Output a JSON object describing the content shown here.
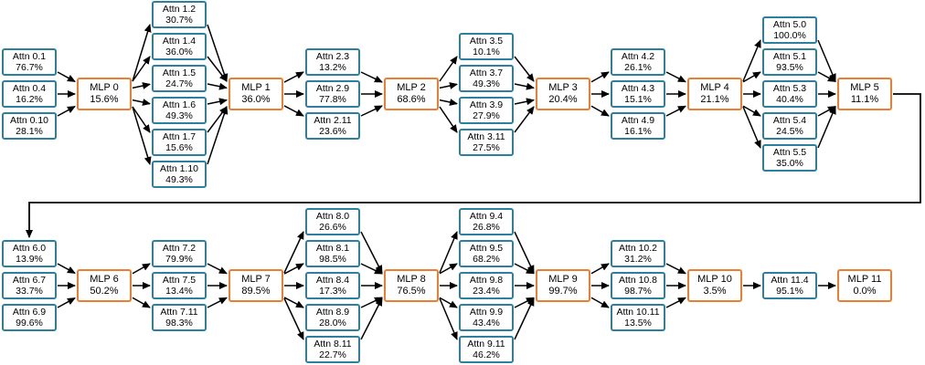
{
  "diagram": {
    "colors": {
      "attn_border": "#2d7f9e",
      "mlp_border": "#ed7d31",
      "node_fill": "#ffffff",
      "edge": "#000000",
      "text": "#000000",
      "background": "#ffffff"
    },
    "rows": [
      {
        "columns": [
          {
            "kind": "attn",
            "nodes": [
              {
                "label": "Attn 0.1",
                "value": "76.7%"
              },
              {
                "label": "Attn 0.4",
                "value": "16.2%"
              },
              {
                "label": "Attn 0.10",
                "value": "28.1%"
              }
            ]
          },
          {
            "kind": "mlp",
            "nodes": [
              {
                "label": "MLP 0",
                "value": "15.6%"
              }
            ]
          },
          {
            "kind": "attn",
            "nodes": [
              {
                "label": "Attn 1.2",
                "value": "30.7%"
              },
              {
                "label": "Attn 1.4",
                "value": "36.0%"
              },
              {
                "label": "Attn 1.5",
                "value": "24.7%"
              },
              {
                "label": "Attn 1.6",
                "value": "49.3%"
              },
              {
                "label": "Attn 1.7",
                "value": "15.6%"
              },
              {
                "label": "Attn 1.10",
                "value": "49.3%"
              }
            ]
          },
          {
            "kind": "mlp",
            "nodes": [
              {
                "label": "MLP 1",
                "value": "36.0%"
              }
            ]
          },
          {
            "kind": "attn",
            "nodes": [
              {
                "label": "Attn 2.3",
                "value": "13.2%"
              },
              {
                "label": "Attn 2.9",
                "value": "77.8%"
              },
              {
                "label": "Attn 2.11",
                "value": "23.6%"
              }
            ]
          },
          {
            "kind": "mlp",
            "nodes": [
              {
                "label": "MLP 2",
                "value": "68.6%"
              }
            ]
          },
          {
            "kind": "attn",
            "nodes": [
              {
                "label": "Attn 3.5",
                "value": "10.1%"
              },
              {
                "label": "Attn 3.7",
                "value": "49.3%"
              },
              {
                "label": "Attn 3.9",
                "value": "27.9%"
              },
              {
                "label": "Attn 3.11",
                "value": "27.5%"
              }
            ]
          },
          {
            "kind": "mlp",
            "nodes": [
              {
                "label": "MLP 3",
                "value": "20.4%"
              }
            ]
          },
          {
            "kind": "attn",
            "nodes": [
              {
                "label": "Attn 4.2",
                "value": "26.1%"
              },
              {
                "label": "Attn 4.3",
                "value": "15.1%"
              },
              {
                "label": "Attn 4.9",
                "value": "16.1%"
              }
            ]
          },
          {
            "kind": "mlp",
            "nodes": [
              {
                "label": "MLP 4",
                "value": "21.1%"
              }
            ]
          },
          {
            "kind": "attn",
            "nodes": [
              {
                "label": "Attn 5.0",
                "value": "100.0%"
              },
              {
                "label": "Attn 5.1",
                "value": "93.5%"
              },
              {
                "label": "Attn 5.3",
                "value": "40.4%"
              },
              {
                "label": "Attn 5.4",
                "value": "24.5%"
              },
              {
                "label": "Attn 5.5",
                "value": "35.0%"
              }
            ]
          },
          {
            "kind": "mlp",
            "nodes": [
              {
                "label": "MLP 5",
                "value": "11.1%"
              }
            ]
          }
        ]
      },
      {
        "columns": [
          {
            "kind": "attn",
            "nodes": [
              {
                "label": "Attn 6.0",
                "value": "13.9%"
              },
              {
                "label": "Attn 6.7",
                "value": "33.7%"
              },
              {
                "label": "Attn 6.9",
                "value": "99.6%"
              }
            ]
          },
          {
            "kind": "mlp",
            "nodes": [
              {
                "label": "MLP 6",
                "value": "50.2%"
              }
            ]
          },
          {
            "kind": "attn",
            "nodes": [
              {
                "label": "Attn 7.2",
                "value": "79.9%"
              },
              {
                "label": "Attn 7.5",
                "value": "13.4%"
              },
              {
                "label": "Attn 7.11",
                "value": "98.3%"
              }
            ]
          },
          {
            "kind": "mlp",
            "nodes": [
              {
                "label": "MLP 7",
                "value": "89.5%"
              }
            ]
          },
          {
            "kind": "attn",
            "nodes": [
              {
                "label": "Attn 8.0",
                "value": "26.6%"
              },
              {
                "label": "Attn 8.1",
                "value": "98.5%"
              },
              {
                "label": "Attn 8.4",
                "value": "17.3%"
              },
              {
                "label": "Attn 8.9",
                "value": "28.0%"
              },
              {
                "label": "Attn 8.11",
                "value": "22.7%"
              }
            ]
          },
          {
            "kind": "mlp",
            "nodes": [
              {
                "label": "MLP 8",
                "value": "76.5%"
              }
            ]
          },
          {
            "kind": "attn",
            "nodes": [
              {
                "label": "Attn 9.4",
                "value": "26.8%"
              },
              {
                "label": "Attn 9.5",
                "value": "68.2%"
              },
              {
                "label": "Attn 9.8",
                "value": "23.4%"
              },
              {
                "label": "Attn 9.9",
                "value": "43.4%"
              },
              {
                "label": "Attn 9.11",
                "value": "46.2%"
              }
            ]
          },
          {
            "kind": "mlp",
            "nodes": [
              {
                "label": "MLP 9",
                "value": "99.7%"
              }
            ]
          },
          {
            "kind": "attn",
            "nodes": [
              {
                "label": "Attn 10.2",
                "value": "31.2%"
              },
              {
                "label": "Attn 10.8",
                "value": "98.7%"
              },
              {
                "label": "Attn 10.11",
                "value": "13.5%"
              }
            ]
          },
          {
            "kind": "mlp",
            "nodes": [
              {
                "label": "MLP 10",
                "value": "3.5%"
              }
            ]
          },
          {
            "kind": "attn",
            "nodes": [
              {
                "label": "Attn 11.4",
                "value": "95.1%"
              }
            ]
          },
          {
            "kind": "mlp",
            "nodes": [
              {
                "label": "MLP 11",
                "value": "0.0%"
              }
            ]
          }
        ]
      }
    ],
    "wrap_edge": {
      "from": "MLP 5",
      "to": "Attn 6.0"
    }
  }
}
